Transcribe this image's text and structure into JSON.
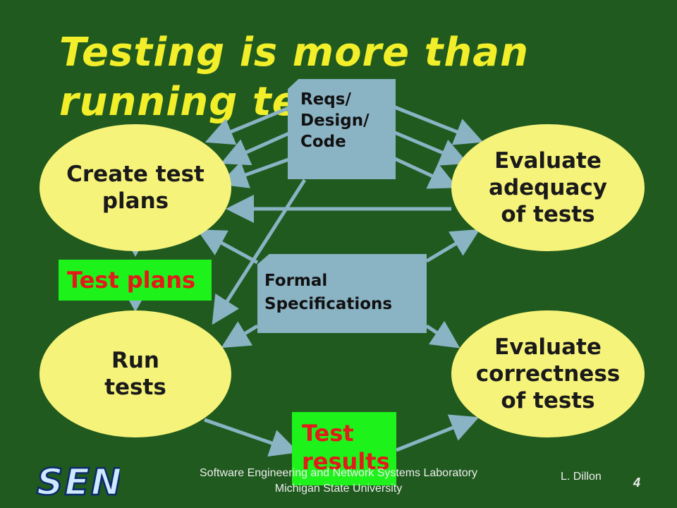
{
  "slide": {
    "title": "Testing is more than running tests!",
    "nodes": {
      "create_test_plans": "Create test\nplans",
      "run_tests": "Run\ntests",
      "evaluate_adequacy": "Evaluate\nadequacy\nof tests",
      "evaluate_correctness": "Evaluate\ncorrectness\nof tests"
    },
    "documents": {
      "reqs_design_code": "Reqs/\nDesign/\nCode",
      "formal_specifications": "Formal\nSpecifications"
    },
    "artifacts": {
      "test_plans": "Test plans",
      "test_results": "Test\nresults"
    }
  },
  "footer": {
    "lab_line1": "Software Engineering and Network Systems Laboratory",
    "lab_line2": "Michigan State University",
    "author": "L. Dillon",
    "page_number": "4",
    "logo_text": "SENS"
  },
  "colors": {
    "background": "#205a1f",
    "title": "#f2ef2a",
    "ellipse": "#f6f37a",
    "document": "#8ab3c4",
    "arrow": "#8ab3c4",
    "artifact_bg": "#1ef21b",
    "artifact_text": "#e21a1a"
  }
}
